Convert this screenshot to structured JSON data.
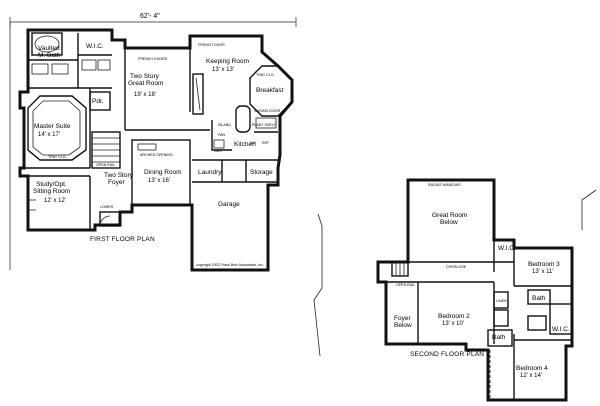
{
  "overall_width": "62'- 4\"",
  "first_floor_title": "FIRST FLOOR PLAN",
  "second_floor_title": "SECOND FLOOR PLAN",
  "copyright": "copyright 2002 Frank Betz Associates, Inc.",
  "first_floor_rooms": [
    {
      "name": "Vaulted\nM. Bath",
      "size": ""
    },
    {
      "name": "W.I.C.",
      "size": ""
    },
    {
      "name": "Two Story\nGreat Room",
      "size": "19' x 18'"
    },
    {
      "name": "Keeping Room",
      "size": "13' x 13'"
    },
    {
      "name": "Breakfast",
      "size": ""
    },
    {
      "name": "Master Suite",
      "size": "14' x 17'"
    },
    {
      "name": "Pdr.",
      "size": ""
    },
    {
      "name": "Kitchen",
      "size": ""
    },
    {
      "name": "Two Story\nFoyer",
      "size": ""
    },
    {
      "name": "Dining Room",
      "size": "13' x 16'"
    },
    {
      "name": "Laundry",
      "size": ""
    },
    {
      "name": "Storage",
      "size": ""
    },
    {
      "name": "Study/Opt.\nSitting Room",
      "size": "12' x 12'"
    },
    {
      "name": "Garage",
      "size": ""
    }
  ],
  "first_floor_notes": {
    "french_doors": "FRENCH DOORS",
    "french_door": "FRENCH DOOR",
    "tray_clg": "TRAY CLG.",
    "arched_opening": "ARCHED OPENING",
    "open_rail": "OPEN RAIL",
    "island": "ISLAND",
    "pantry": "PAN",
    "plant_shelf": "PLANT SHELF",
    "sliding_door": "SLIDING DOOR",
    "lower": "LOWER",
    "ref": "REF",
    "dw": "DW",
    "gas": "GAS"
  },
  "second_floor_rooms": [
    {
      "name": "Great Room\nBelow",
      "size": ""
    },
    {
      "name": "W.I.C.",
      "size": ""
    },
    {
      "name": "Bedroom 3",
      "size": "13' x 11'"
    },
    {
      "name": "Bath",
      "size": ""
    },
    {
      "name": "Foyer\nBelow",
      "size": ""
    },
    {
      "name": "Bedroom 2",
      "size": "13' x 10'"
    },
    {
      "name": "Bath",
      "size": ""
    },
    {
      "name": "W.I.C.",
      "size": ""
    },
    {
      "name": "Bedroom 4",
      "size": "12' x 14'"
    }
  ],
  "second_floor_notes": {
    "radius_windows": "RADIUS WINDOWS",
    "overlook": "OVERLOOK",
    "open_rail": "OPEN RAIL",
    "linen": "LINEN"
  }
}
